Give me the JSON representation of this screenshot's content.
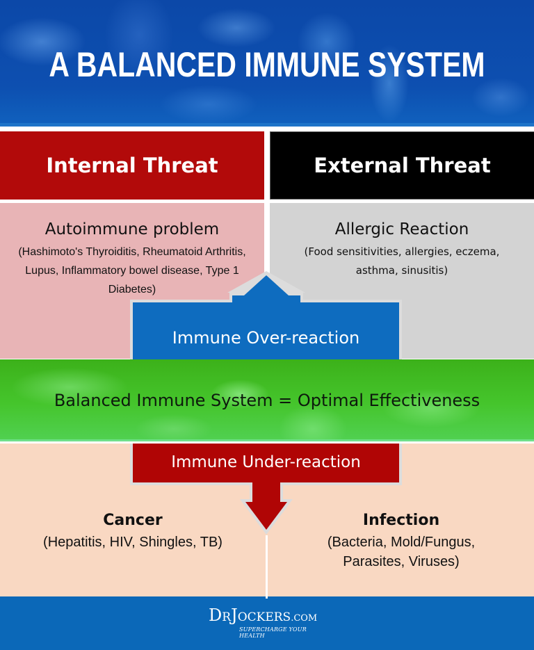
{
  "header": {
    "title": "A BALANCED IMMUNE SYSTEM"
  },
  "columns": {
    "internal": {
      "heading": "Internal Threat",
      "heading_color": "#b20a0a",
      "condition_title": "Autoimmune problem",
      "condition_desc": "(Hashimoto's Thyroiditis, Rheumatoid Arthritis, Lupus, Inflammatory bowel disease, Type 1 Diabetes)",
      "cell_color": "#e8b4b6"
    },
    "external": {
      "heading": "External Threat",
      "heading_color": "#000000",
      "condition_title": "Allergic Reaction",
      "condition_desc": "(Food sensitivities, allergies, eczema, asthma, sinusitis)",
      "cell_color": "#d3d3d3"
    }
  },
  "over_reaction": {
    "label": "Immune Over-reaction",
    "color": "#0e6cbf",
    "direction": "up"
  },
  "balanced": {
    "text": "Balanced Immune System = Optimal Effectiveness",
    "color": "#45c52c"
  },
  "under_reaction": {
    "label": "Immune Under-reaction",
    "color": "#b00505",
    "direction": "down"
  },
  "bottom": {
    "cancer": {
      "title": "Cancer",
      "desc": "(Hepatitis, HIV, Shingles, TB)"
    },
    "infection": {
      "title": "Infection",
      "desc": "(Bacteria, Mold/Fungus, Parasites, Viruses)"
    },
    "color": "#f9d8c2"
  },
  "footer": {
    "logo_dr": "D",
    "logo_r": "R",
    "logo_j": "J",
    "logo_ockers": "OCKERS",
    "logo_com": ".COM",
    "tagline": "SUPERCHARGE YOUR HEALTH",
    "color": "#0b68b8"
  }
}
